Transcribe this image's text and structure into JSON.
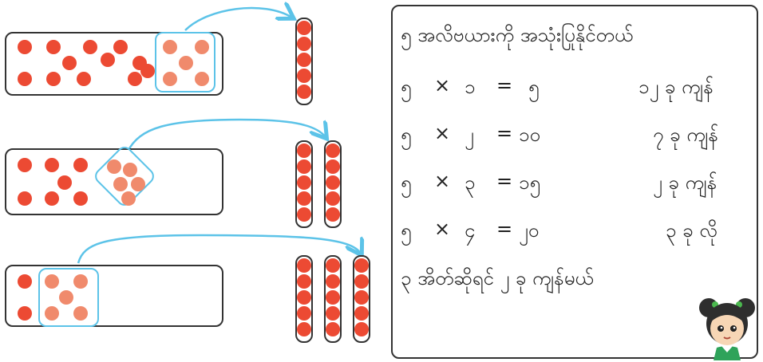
{
  "panel": {
    "title": "၅ အလိဗယားကို အသုံးပြုနိုင်တယ်",
    "rows": [
      {
        "a": "၅",
        "op": "×",
        "b": "၁",
        "eq": "=",
        "res": "၅",
        "note": "၁၂ ခု ကျန်"
      },
      {
        "a": "၅",
        "op": "×",
        "b": "၂",
        "eq": "=",
        "res": "၁၀",
        "note": "၇ ခု ကျန်"
      },
      {
        "a": "၅",
        "op": "×",
        "b": "၃",
        "eq": "=",
        "res": "၁၅",
        "note": "၂ ခု ကျန်"
      },
      {
        "a": "၅",
        "op": "×",
        "b": "၄",
        "eq": "=",
        "res": "၂၀",
        "note": "၃ ခု လို"
      }
    ],
    "conclusion": "၃ အိတ်ဆိုရင် ၂ ခု ကျန်မယ်"
  },
  "colors": {
    "dot": "#ec4a33",
    "selected_dot": "#f08a6c",
    "highlight": "#5cc3e8",
    "outline": "#333333"
  },
  "illustration": "girl-character-icon"
}
